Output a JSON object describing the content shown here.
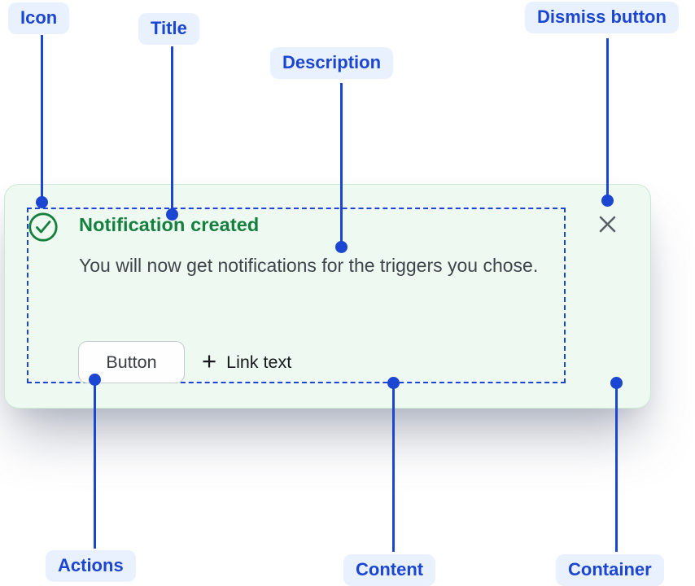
{
  "annotations": {
    "icon_label": "Icon",
    "title_label": "Title",
    "description_label": "Description",
    "dismiss_label": "Dismiss button",
    "actions_label": "Actions",
    "content_label": "Content",
    "container_label": "Container"
  },
  "notification": {
    "title": "Notification created",
    "description": "You will now get notifications for the triggers you chose.",
    "button_label": "Button",
    "link_label": "Link text",
    "link_prefix_glyph": "+",
    "icon_name": "success-check-icon",
    "dismiss_icon_name": "close-icon"
  },
  "colors": {
    "annotation_blue": "#1B46D2",
    "annotation_pill_bg": "#E9F1FE",
    "card_background": "#EDF9F1",
    "card_border": "#CBE9D5",
    "success_green": "#15803D",
    "description_gray": "#40454B",
    "dismiss_gray": "#5A5F66",
    "content_outline_blue": "#1B46D2"
  }
}
